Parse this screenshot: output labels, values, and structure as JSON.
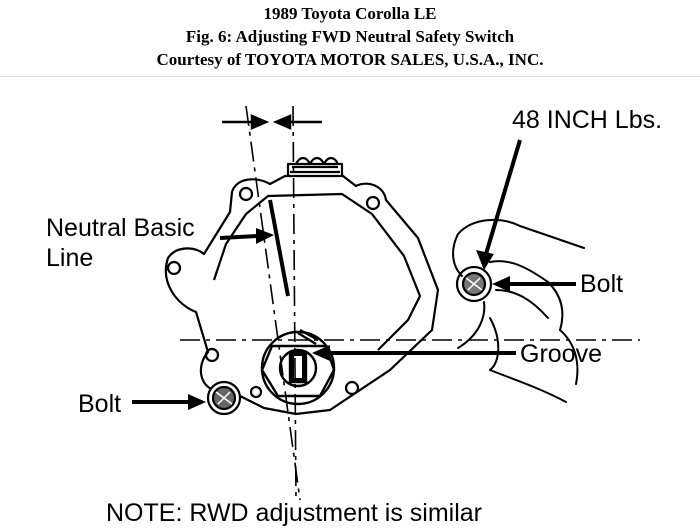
{
  "header": {
    "line1": "1989 Toyota Corolla LE",
    "line2": "Fig. 6: Adjusting FWD Neutral Safety Switch",
    "line3": "Courtesy of TOYOTA MOTOR SALES, U.S.A., INC."
  },
  "labels": {
    "torque": "48 INCH Lbs.",
    "neutral_line_1": "Neutral Basic",
    "neutral_line_2": "Line",
    "bolt_right": "Bolt",
    "groove": "Groove",
    "bolt_left": "Bolt",
    "note": "NOTE: RWD adjustment is similar"
  }
}
